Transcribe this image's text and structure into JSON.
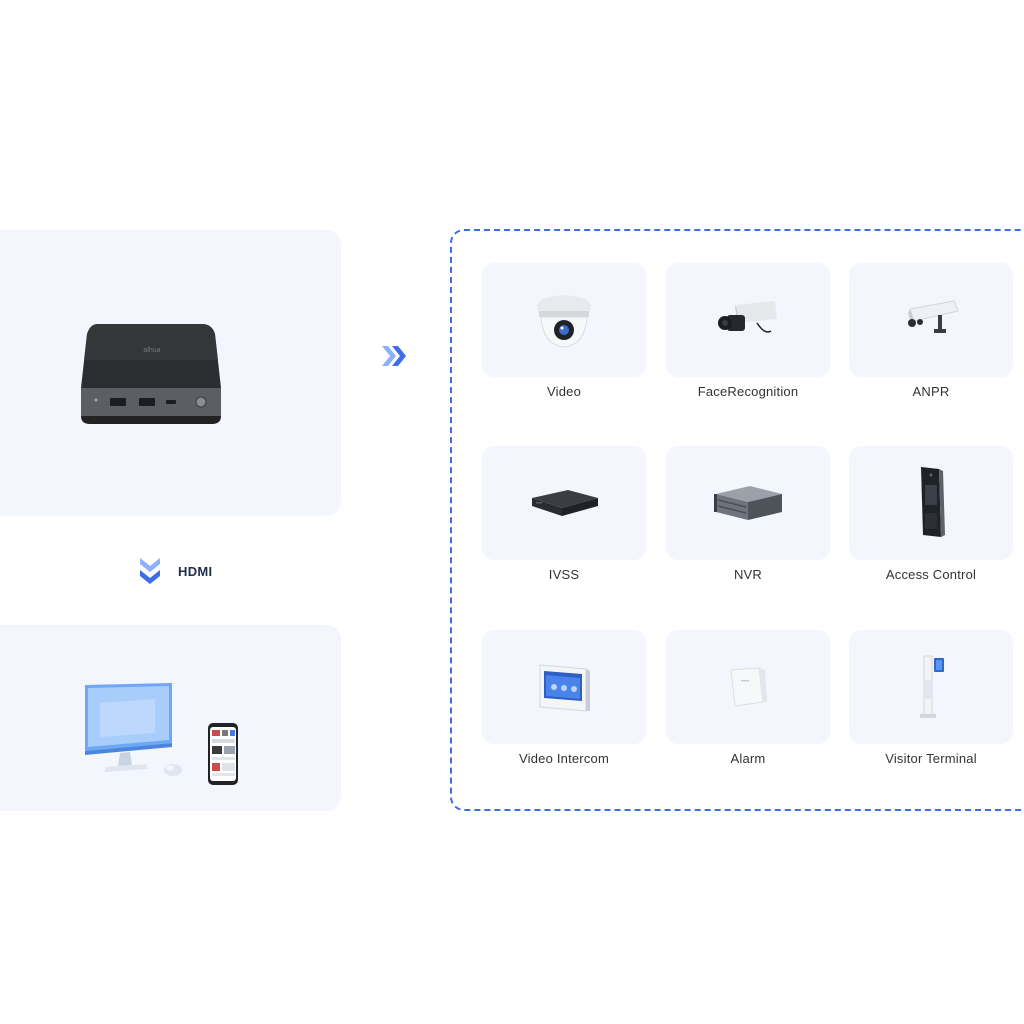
{
  "connection": {
    "label": "HDMI"
  },
  "devices": [
    {
      "label": "Video",
      "icon": "dome-camera-icon"
    },
    {
      "label": "FaceRecognition",
      "icon": "box-camera-icon"
    },
    {
      "label": "ANPR",
      "icon": "anpr-camera-icon"
    },
    {
      "label": "IVSS",
      "icon": "ivss-unit-icon"
    },
    {
      "label": "NVR",
      "icon": "nvr-rack-icon"
    },
    {
      "label": "Access Control",
      "icon": "access-control-terminal-icon"
    },
    {
      "label": "Video Intercom",
      "icon": "intercom-monitor-icon"
    },
    {
      "label": "Alarm",
      "icon": "alarm-hub-icon"
    },
    {
      "label": "Visitor Terminal",
      "icon": "visitor-kiosk-icon"
    }
  ],
  "colors": {
    "accent": "#3d6ee8",
    "panel": "#f3f6fd",
    "text": "#333333"
  }
}
